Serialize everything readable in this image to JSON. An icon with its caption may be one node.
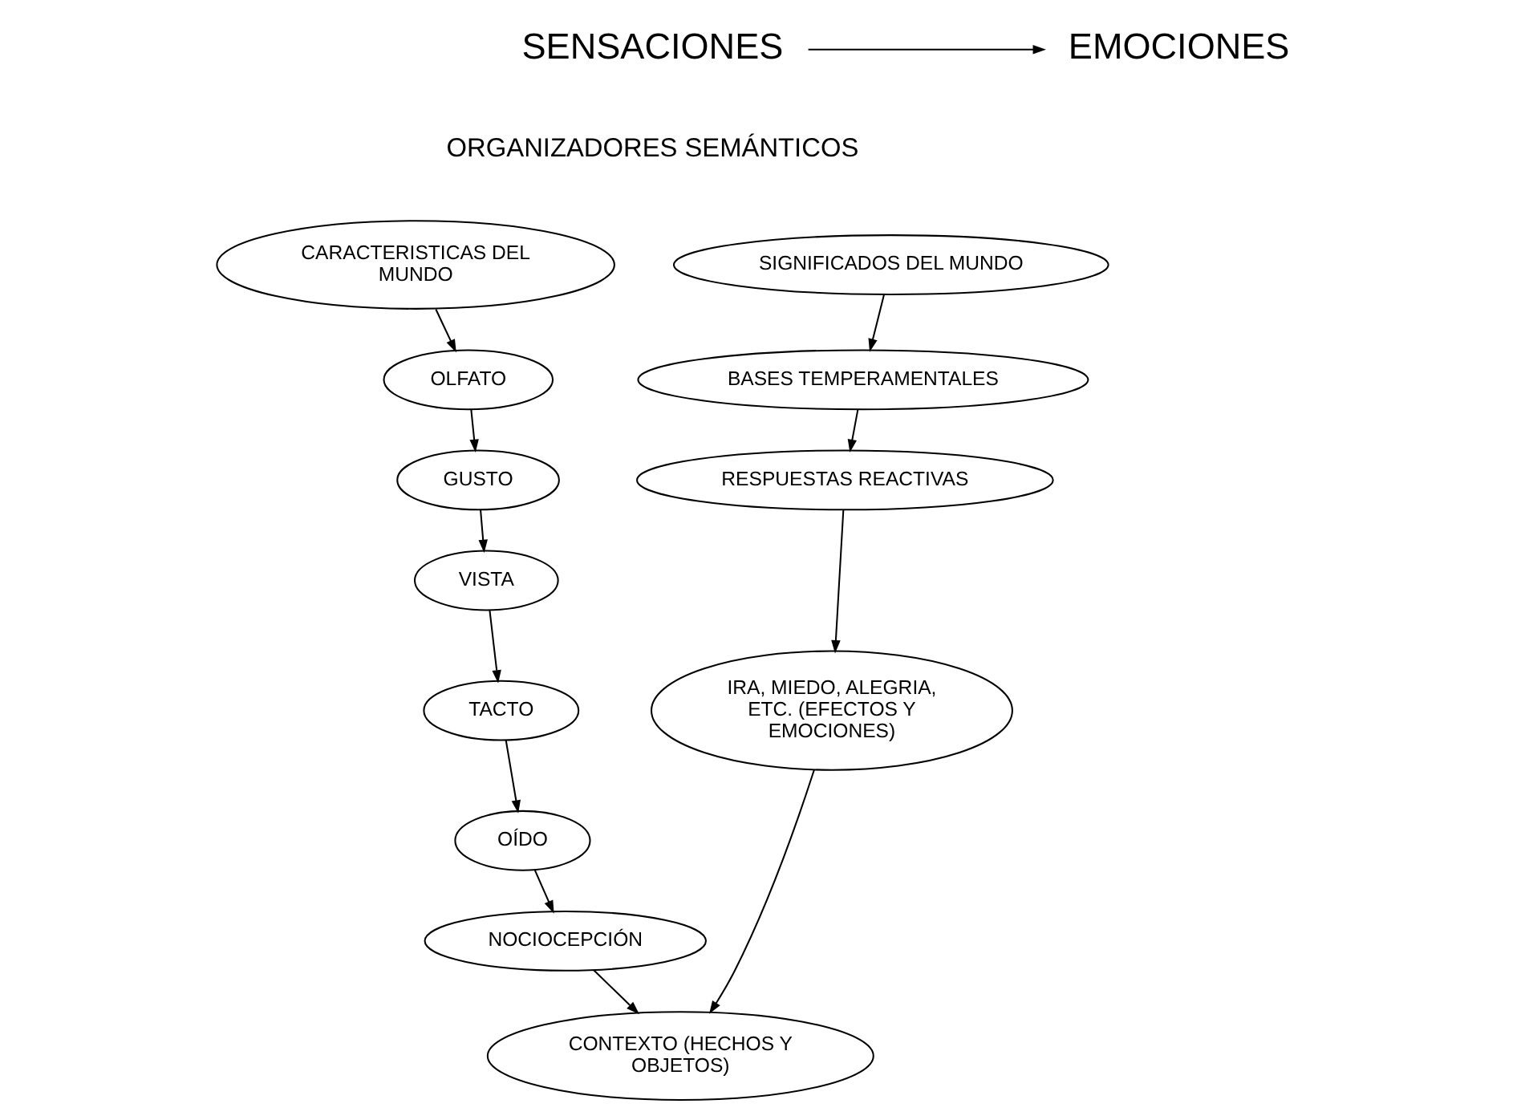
{
  "diagram": {
    "nodes": [
      {
        "text": [
          "SENSACIONES"
        ]
      },
      {
        "text": [
          "EMOCIONES"
        ]
      },
      {
        "text": [
          "CARACTERISTICAS DEL MUNDO"
        ]
      },
      {
        "text": [
          "OLFATO"
        ]
      },
      {
        "text": [
          "GUSTO"
        ]
      },
      {
        "text": [
          "VISTA"
        ]
      },
      {
        "text": [
          "TACTO"
        ]
      },
      {
        "text": [
          "OÍDO"
        ]
      },
      {
        "text": [
          "NOCIOCEPCIÓN"
        ]
      },
      {
        "text": [
          "SIGNIFICADOS DEL MUNDO"
        ]
      },
      {
        "text": [
          "BASES TEMPERAMENTALES"
        ]
      },
      {
        "text": [
          "RESPUESTAS REACTIVAS"
        ]
      },
      {
        "text": [
          "IRA, MIEDO, ALEGRIA, ETC. (EFECTOS Y EMOCIONES)"
        ]
      },
      {
        "text": [
          "CONTEXTO (HECHOS Y OBJETOS)"
        ]
      }
    ],
    "edges": [
      {
        "from": 0,
        "to": 1,
        "arrow": "to"
      },
      {
        "from": 2,
        "to": 3,
        "arrow": "to"
      },
      {
        "from": 3,
        "to": 4,
        "arrow": "to"
      },
      {
        "from": 4,
        "to": 5,
        "arrow": "to"
      },
      {
        "from": 5,
        "to": 6,
        "arrow": "to"
      },
      {
        "from": 6,
        "to": 7,
        "arrow": "to"
      },
      {
        "from": 7,
        "to": 8,
        "arrow": "to"
      },
      {
        "from": 9,
        "to": 10,
        "arrow": "to"
      },
      {
        "from": 10,
        "to": 11,
        "arrow": "to"
      },
      {
        "from": 11,
        "to": 12,
        "arrow": "to"
      },
      {
        "from": 8,
        "to": 13,
        "arrow": "to"
      },
      {
        "from": 12,
        "to": 13,
        "arrow": "to"
      }
    ],
    "labels": [
      "ORGANIZADORES SEMÁNTICOS"
    ]
  }
}
